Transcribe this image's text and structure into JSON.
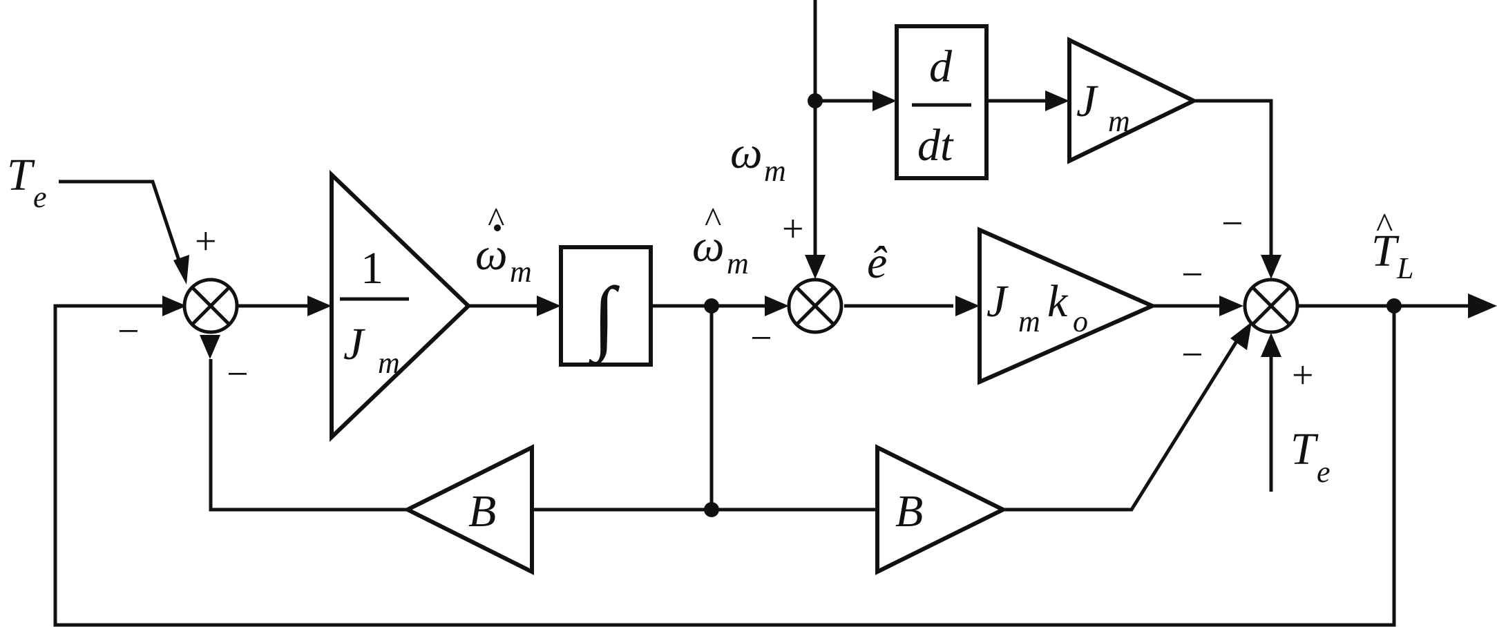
{
  "diagram": {
    "inputs": {
      "te_left": {
        "sym": "T",
        "sub": "e"
      },
      "te_right": {
        "sym": "T",
        "sub": "e"
      },
      "omega_m": {
        "sym": "ω",
        "sub": "m"
      }
    },
    "blocks": {
      "inv_inertia": {
        "num": "1",
        "den_sym": "J",
        "den_sub": "m"
      },
      "integrator": {
        "sym": "∫"
      },
      "derivative": {
        "num": "d",
        "den": "dt"
      },
      "jm_gain": {
        "sym": "J",
        "sub": "m"
      },
      "jmko_gain": {
        "sym1": "J",
        "sub1": "m",
        "sym2": "k",
        "sub2": "o"
      },
      "b_left": {
        "sym": "B"
      },
      "b_right": {
        "sym": "B"
      }
    },
    "signals": {
      "omega_dot_hat": {
        "sym": "ω",
        "hat_dot": "̂̇",
        "sub": "m"
      },
      "omega_hat": {
        "sym": "ω",
        "hat": "̂",
        "sub": "m"
      },
      "e_hat": {
        "sym": "ê"
      },
      "tl_hat": {
        "sym": "T",
        "hat": "̂",
        "sub": "L"
      }
    },
    "signs": {
      "sum1_top": "+",
      "sum1_left": "−",
      "sum1_bottom": "−",
      "sum2_top": "+",
      "sum2_bottom": "−",
      "sum3_top": "−",
      "sum3_left": "−",
      "sum3_lowerleft": "−",
      "sum3_bottom": "+"
    }
  }
}
